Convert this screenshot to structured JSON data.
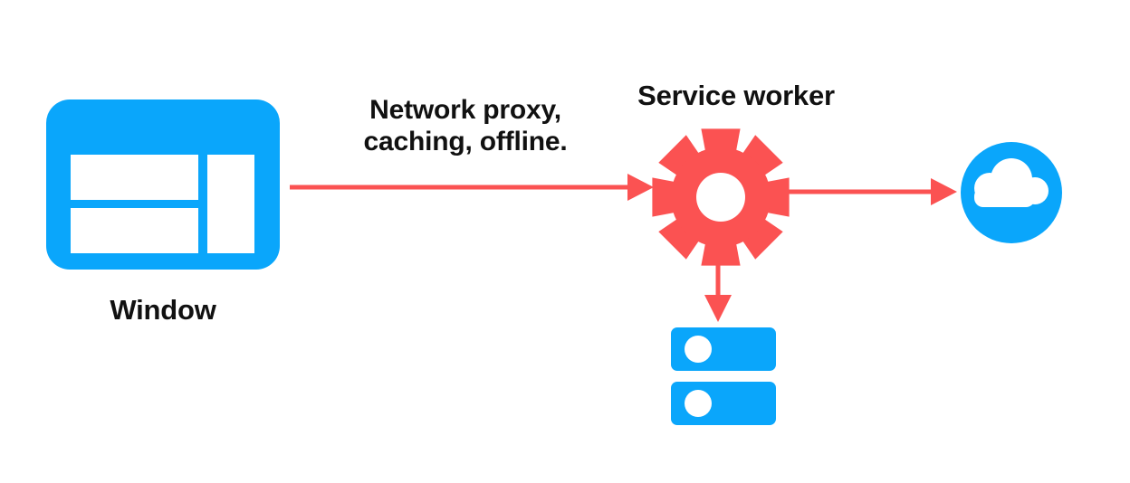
{
  "diagram": {
    "title": "Service worker network proxy diagram",
    "background_color": "#ffffff",
    "colors": {
      "blue": "#0aa6fb",
      "red": "#fb5252",
      "text": "#111111",
      "white": "#ffffff"
    },
    "nodes": [
      {
        "id": "window",
        "icon": "window-icon",
        "label": "Window",
        "color": "#0aa6fb"
      },
      {
        "id": "service-worker",
        "icon": "gear-icon",
        "label": "Service worker",
        "color": "#fb5252"
      },
      {
        "id": "network",
        "icon": "cloud-icon",
        "label": "",
        "color": "#0aa6fb"
      },
      {
        "id": "cache-storage",
        "icon": "database-icon",
        "label": "",
        "color": "#0aa6fb"
      }
    ],
    "edges": [
      {
        "id": "window-to-service-worker",
        "from": "window",
        "to": "service-worker",
        "label_line1": "Network proxy,",
        "label_line2": "caching, offline.",
        "direction": "right",
        "color": "#fb5252"
      },
      {
        "id": "service-worker-to-network",
        "from": "service-worker",
        "to": "network",
        "label_line1": "",
        "label_line2": "",
        "direction": "right",
        "color": "#fb5252"
      },
      {
        "id": "service-worker-to-cache",
        "from": "service-worker",
        "to": "cache-storage",
        "label_line1": "",
        "label_line2": "",
        "direction": "down",
        "color": "#fb5252"
      }
    ],
    "labels": {
      "window": "Window",
      "service_worker": "Service worker",
      "edge_line1": "Network proxy,",
      "edge_line2": "caching, offline."
    }
  }
}
